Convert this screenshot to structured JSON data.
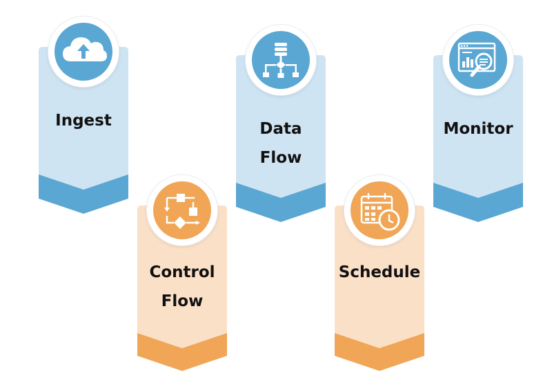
{
  "steps": [
    {
      "id": "ingest",
      "label_lines": [
        "Ingest"
      ],
      "icon": "cloud-upload-icon",
      "theme": "blue"
    },
    {
      "id": "control",
      "label_lines": [
        "Control",
        "Flow"
      ],
      "icon": "flowchart-icon",
      "theme": "orange"
    },
    {
      "id": "data",
      "label_lines": [
        "Data",
        "Flow"
      ],
      "icon": "database-flow-icon",
      "theme": "blue"
    },
    {
      "id": "schedule",
      "label_lines": [
        "Schedule"
      ],
      "icon": "calendar-clock-icon",
      "theme": "orange"
    },
    {
      "id": "monitor",
      "label_lines": [
        "Monitor"
      ],
      "icon": "monitor-analytics-icon",
      "theme": "blue"
    }
  ],
  "colors": {
    "blue_light": "#cfe4f2",
    "blue_dark": "#5aa7d3",
    "orange_light": "#fbe0c8",
    "orange_dark": "#f0a656"
  }
}
